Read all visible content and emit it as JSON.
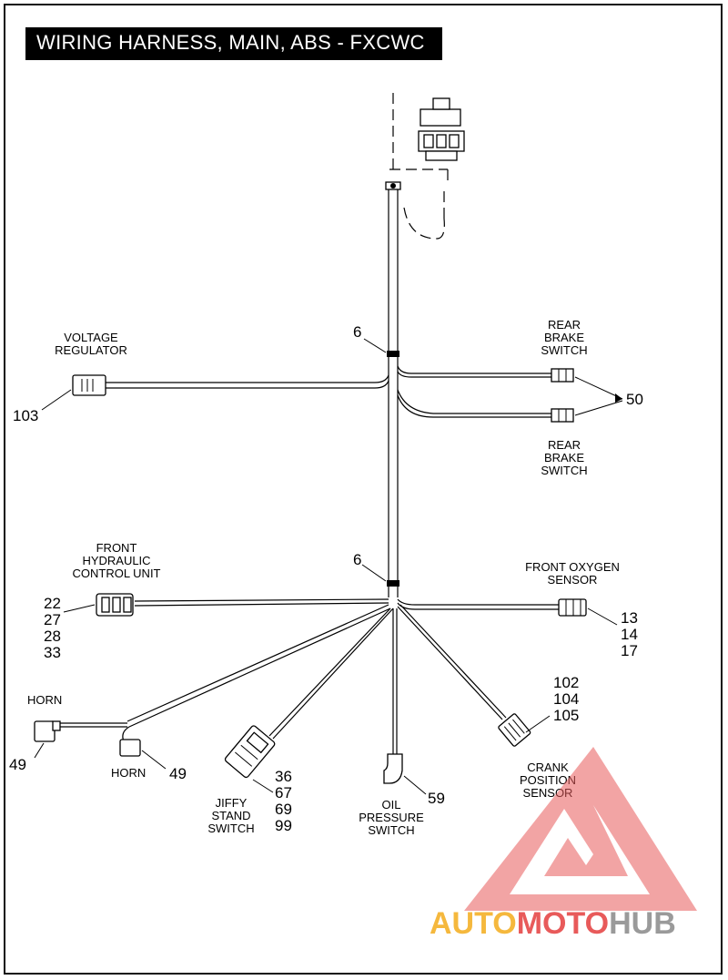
{
  "title": "WIRING HARNESS, MAIN, ABS - FXCWC",
  "labels": {
    "voltage_regulator": [
      "VOLTAGE",
      "REGULATOR"
    ],
    "rear_brake_switch_top": [
      "REAR",
      "BRAKE",
      "SWITCH"
    ],
    "rear_brake_switch_bottom": [
      "REAR",
      "BRAKE",
      "SWITCH"
    ],
    "front_hydraulic": [
      "FRONT",
      "HYDRAULIC",
      "CONTROL UNIT"
    ],
    "front_oxygen": [
      "FRONT OXYGEN",
      "SENSOR"
    ],
    "horn_left": "HORN",
    "horn_right": "HORN",
    "jiffy_stand": [
      "JIFFY",
      "STAND",
      "SWITCH"
    ],
    "oil_pressure": [
      "OIL",
      "PRESSURE",
      "SWITCH"
    ],
    "crank_position": [
      "CRANK",
      "POSITION",
      "SENSOR"
    ]
  },
  "callouts": {
    "clip_upper": "6",
    "clip_lower": "6",
    "voltage_regulator": "103",
    "rear_brake": "50",
    "front_hydraulic": [
      "22",
      "27",
      "28",
      "33"
    ],
    "front_oxygen": [
      "13",
      "14",
      "17"
    ],
    "crank_position": [
      "102",
      "104",
      "105"
    ],
    "horn_left": "49",
    "horn_right": "49",
    "jiffy_stand": [
      "36",
      "67",
      "69",
      "99"
    ],
    "oil_pressure": "59"
  },
  "watermark": {
    "part1": "AUTO",
    "part2": "MOTO",
    "part3": "HUB",
    "color1": "#f5b83d",
    "color2": "#e85a5a",
    "color3": "#9a9a9a"
  }
}
